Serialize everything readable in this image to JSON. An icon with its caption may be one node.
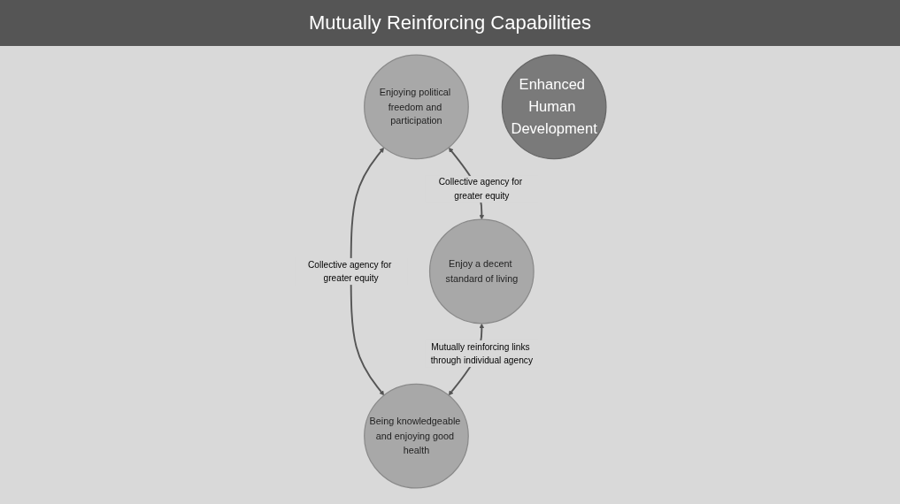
{
  "diagram": {
    "title": "Mutually Reinforcing Capabilities",
    "nodes": [
      {
        "text": [
          "Enjoying political freedom and participation"
        ]
      },
      {
        "text": [
          "Enhanced Human Development"
        ]
      },
      {
        "text": [
          "Enjoy a decent standard of living"
        ]
      },
      {
        "text": [
          "Being knowledgeable and enjoying good health"
        ]
      }
    ],
    "edges": [
      {
        "from": 0,
        "to": 2,
        "arrow": "both",
        "label": "Collective agency for greater equity"
      },
      {
        "from": 0,
        "to": 3,
        "arrow": "both",
        "label": "Collective agency for greater equity"
      },
      {
        "from": 2,
        "to": 3,
        "arrow": "both",
        "label": "Mutually reinforcing links through individual agency"
      }
    ]
  }
}
